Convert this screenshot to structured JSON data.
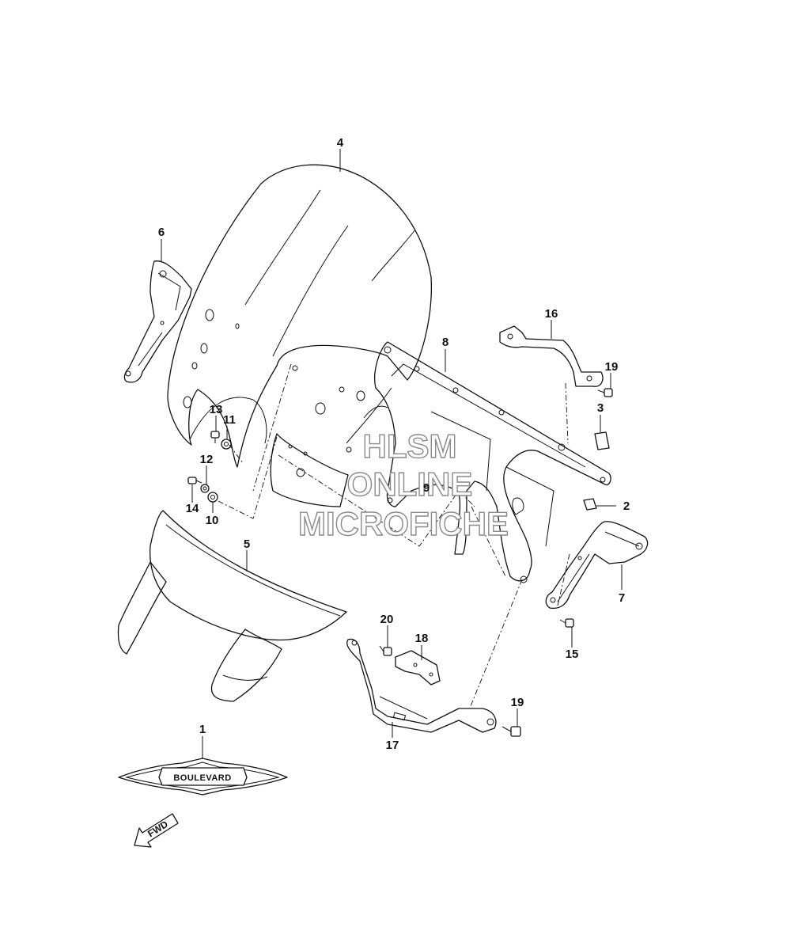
{
  "callouts": {
    "c1": "1",
    "c2": "2",
    "c3": "3",
    "c4": "4",
    "c5": "5",
    "c6": "6",
    "c7": "7",
    "c8": "8",
    "c9": "9",
    "c10": "10",
    "c11": "11",
    "c12": "12",
    "c13": "13",
    "c14": "14",
    "c15": "15",
    "c16": "16",
    "c17": "17",
    "c18": "18",
    "c19a": "19",
    "c19b": "19",
    "c20": "20"
  },
  "emblem_text": "BOULEVARD",
  "fwd_label": "FWD",
  "watermark": {
    "line1": "HLSM",
    "line2": "ONLINE",
    "line3": "MICROFICHE"
  }
}
